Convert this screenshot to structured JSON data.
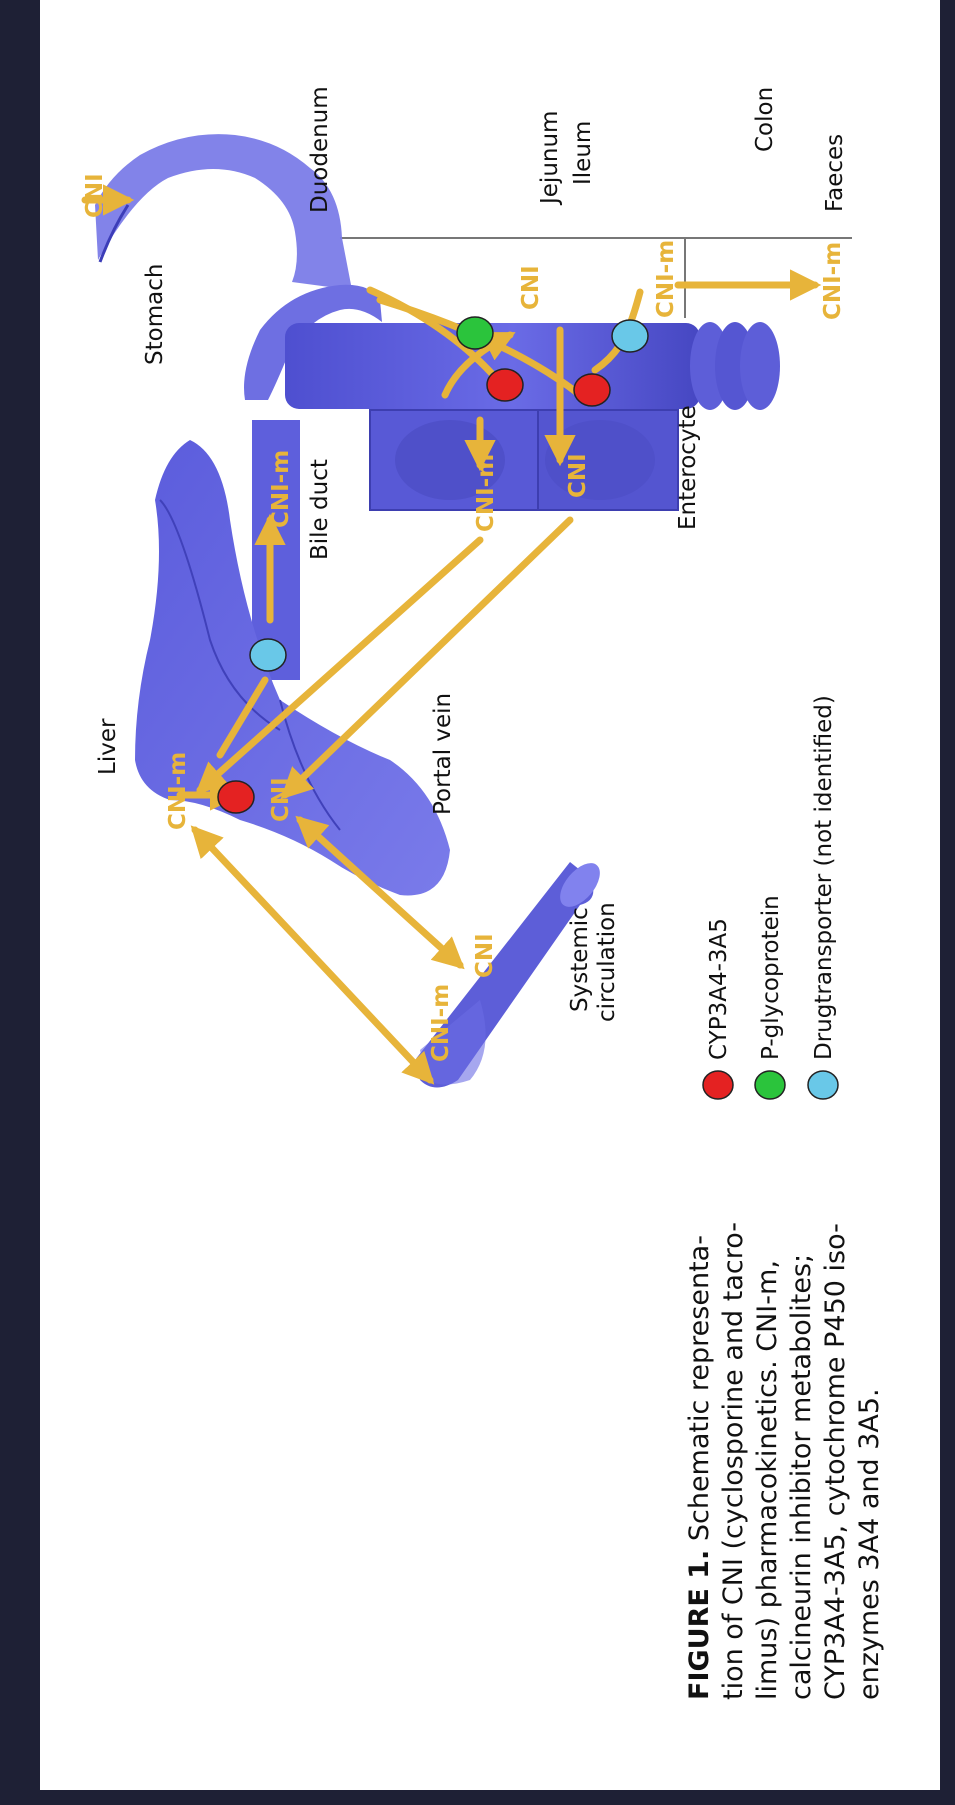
{
  "colors": {
    "frame": "#1e2035",
    "organ": "#5758dc",
    "arrow": "#e7b43a",
    "cyp": "#e42222",
    "pgp": "#2bc43c",
    "transporter": "#69c8e8"
  },
  "diagram": {
    "intake_label": "CNI",
    "regions": {
      "duodenum": "Duodenum",
      "jejunum": "Jejunum",
      "ileum": "Ileum",
      "colon": "Colon",
      "faeces": "Faeces"
    },
    "organs": {
      "stomach": "Stomach",
      "bile_duct": "Bile duct",
      "enterocyte": "Enterocyte",
      "liver": "Liver",
      "portal_vein": "Portal vein",
      "systemic_line1": "Systemic",
      "systemic_line2": "circulation"
    },
    "drug_labels": {
      "gut_cni": "CNI",
      "gut_cni_m": "CNI-m",
      "faeces_cni_m": "CNI-m",
      "enterocyte_out_cni_m": "CNI-m",
      "enterocyte_out_cni": "CNI",
      "bile_cni_m": "CNI-m",
      "liver_cni_m": "CNI-m",
      "liver_cni": "CNI",
      "systemic_cni_m": "CNI-m",
      "systemic_cni": "CNI"
    }
  },
  "legend": {
    "items": [
      {
        "label": "CYP3A4-3A5",
        "color": "#e42222"
      },
      {
        "label": "P-glycoprotein",
        "color": "#2bc43c"
      },
      {
        "label": "Drugtransporter (not identified)",
        "color": "#69c8e8"
      }
    ]
  },
  "caption": {
    "label": "FIGURE 1.",
    "lines": [
      " Schematic representa-",
      "tion of CNI (cyclosporine and tacro-",
      "limus) pharmacokinetics. CNI-m,",
      "calcineurin inhibitor metabolites;",
      "CYP3A4-3A5, cytochrome P450 iso-",
      "enzymes 3A4 and 3A5."
    ]
  }
}
